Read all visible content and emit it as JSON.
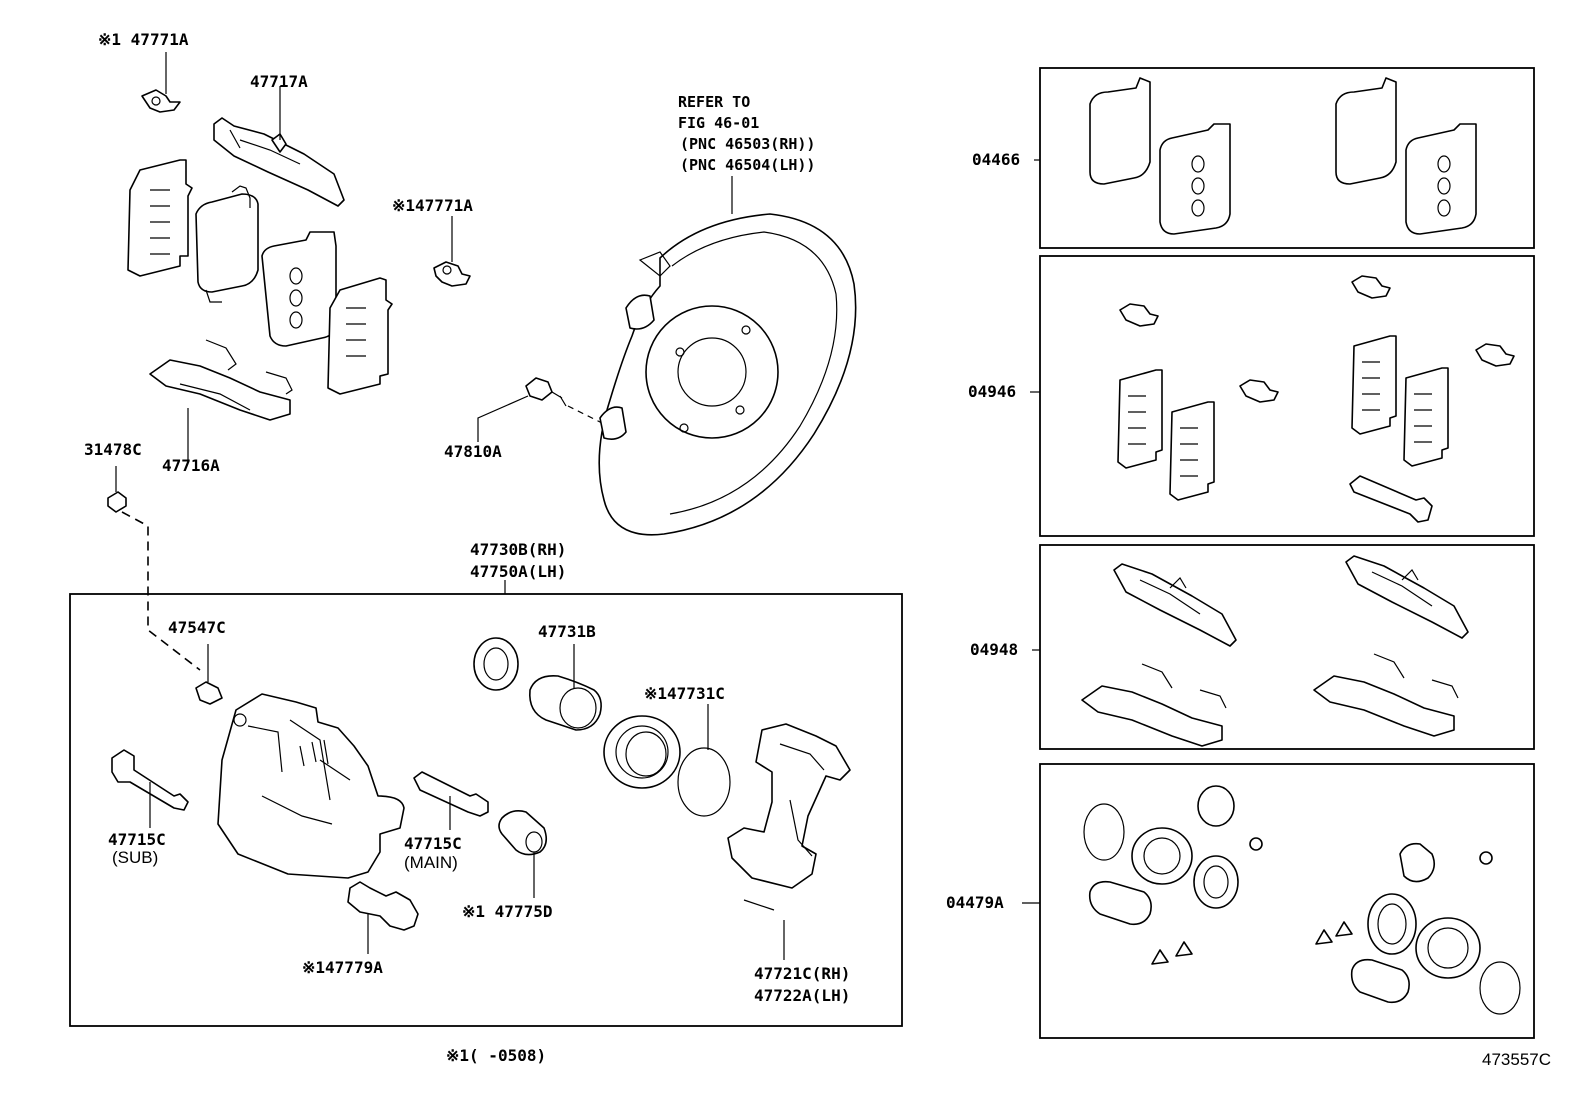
{
  "labels": {
    "shim_top_note": "※1 47771A",
    "shim_kit_47717a": "47717A",
    "clip_mid_note": "※147771A",
    "refer_line1": "REFER TO",
    "refer_line2": "FIG 46-01",
    "refer_line3": "(PNC 46503(RH))",
    "refer_line4": "(PNC 46504(LH))",
    "p31478c": "31478C",
    "p47716a": "47716A",
    "p47810a": "47810A",
    "caliper_rh": "47730B(RH)",
    "caliper_lh": "47750A(LH)",
    "p47547c": "47547C",
    "p47731b": "47731B",
    "p147731c": "※147731C",
    "p47715c_sub": "47715C",
    "sub": "(SUB)",
    "p47715c_main": "47715C",
    "main": "(MAIN)",
    "p147775d": "※1 47775D",
    "p147779a": "※147779A",
    "mount_rh": "47721C(RH)",
    "mount_lh": "47722A(LH)",
    "footnote": "※1(      -0508)",
    "diagram_id": "473557C",
    "kit_04466": "04466",
    "kit_04946": "04946",
    "kit_04948": "04948",
    "kit_04479a": "04479A"
  }
}
